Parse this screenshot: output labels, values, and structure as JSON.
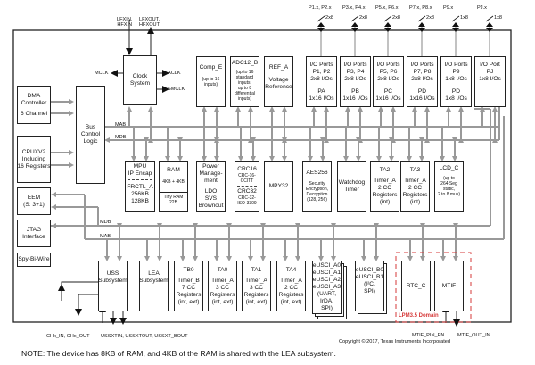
{
  "clock_inputs": {
    "in": "LFXIN,\nHFXIN",
    "out": "LFXOUT,\nHFXOUT"
  },
  "clock": {
    "title": "Clock\nSystem",
    "mclk": "MCLK",
    "aclk": "ACLK",
    "smclk": "SMCLK"
  },
  "dma": {
    "title": "DMA\nController",
    "sub": "6 Channel"
  },
  "bus_control": {
    "title": "Bus\nControl\nLogic"
  },
  "cpu": {
    "title": "CPUXV2\nIncluding\n16 Registers"
  },
  "eem": {
    "title": "EEM\n(S: 3+1)"
  },
  "jtag": {
    "title": "JTAG\nInterface"
  },
  "spybiwire": {
    "title": "Spy-Bi-Wire"
  },
  "bus_labels": {
    "mab": "MAB",
    "mdb": "MDB"
  },
  "top_modules": [
    {
      "id": "comp-e",
      "title": "Comp_E",
      "sub": "(up to 16\ninputs)"
    },
    {
      "id": "adc12-b",
      "title": "ADC12_B",
      "sub": "(up to 16\nstandard\ninputs,\nup to 8\ndifferential\ninputs)"
    },
    {
      "id": "ref-a",
      "title": "REF_A",
      "sub": "Voltage\nReference"
    }
  ],
  "io_ports": [
    {
      "pins": "P1.x, P2.x",
      "width": "2x8",
      "title": "I/O Ports\nP1, P2\n2x8 I/Os",
      "sub": "PA\n1x16 I/Os"
    },
    {
      "pins": "P3.x, P4.x",
      "width": "2x8",
      "title": "I/O Ports\nP3, P4\n2x8 I/Os",
      "sub": "PB\n1x16 I/Os"
    },
    {
      "pins": "P5.x, P6.x",
      "width": "2x8",
      "title": "I/O Ports\nP5, P6\n2x8 I/Os",
      "sub": "PC\n1x16 I/Os"
    },
    {
      "pins": "P7.x, P8.x",
      "width": "2x8",
      "title": "I/O Ports\nP7, P8\n2x8 I/Os",
      "sub": "PD\n1x16 I/Os"
    },
    {
      "pins": "P9.x",
      "width": "1x8",
      "title": "I/O Ports\nP9\n1x8 I/Os",
      "sub": "PD\n1x8 I/Os"
    },
    {
      "pins": "PJ.x",
      "width": "1x8",
      "title": "I/O Port\nPJ\n1x8 I/Os",
      "sub": ""
    }
  ],
  "mid_modules": {
    "mpu": {
      "title": "MPU\nIP Encap",
      "sub": "FRCTL_A\n256KB\n128KB"
    },
    "ram": {
      "title": "RAM",
      "mid": "4KB + 4KB",
      "sub": "Tiny RAM\n22B"
    },
    "power": {
      "title": "Power\nManage-\nment",
      "sub": "LDO\nSVS\nBrownout"
    },
    "crc": {
      "t1": "CRC16",
      "s1": "CRC-16-\nCCITT",
      "t2": "CRC32",
      "s2": "CRC-32-\nISO-3309"
    },
    "mpy": {
      "title": "MPY32"
    },
    "aes": {
      "title": "AES256",
      "sub": "Security\nEncryption,\nDecryption\n(128, 256)"
    },
    "wdt": {
      "title": "Watchdog\nTimer"
    },
    "ta2": {
      "title": "TA2",
      "sub": "Timer_A\n2 CC\nRegisters\n(int)"
    },
    "ta3": {
      "title": "TA3",
      "sub": "Timer_A\n2 CC\nRegisters\n(int)"
    },
    "lcd": {
      "title": "LCD_C",
      "sub": "(up to\n264 Seg\nstatic,\n2 to 8 mux)"
    }
  },
  "bottom_modules": {
    "uss": {
      "title": "USS\nSubsystem"
    },
    "lea": {
      "title": "LEA\nSubsystem"
    },
    "tb0": {
      "title": "TB0",
      "sub": "Timer_B\n7 CC\nRegisters\n(int, ext)"
    },
    "ta0": {
      "title": "TA0",
      "sub": "Timer_A\n3 CC\nRegisters\n(int, ext)"
    },
    "ta1": {
      "title": "TA1",
      "sub": "Timer_A\n3 CC\nRegisters\n(int, ext)"
    },
    "ta4": {
      "title": "TA4",
      "sub": "Timer_A\n2 CC\nRegisters\n(int, ext)"
    },
    "eusci_a": {
      "title": "eUSCI_A0\neUSCI_A1\neUSCI_A2\neUSCI_A3\n(UART,\nIrDA,\nSPI)"
    },
    "eusci_b": {
      "title": "eUSCI_B0\neUSCI_B1\n(I²C,\nSPI)"
    },
    "rtc": {
      "title": "RTC_C"
    },
    "mtif": {
      "title": "MTIF"
    },
    "lpm_domain": "LPM3.5 Domain"
  },
  "bottom_signals": {
    "chx": "CHx_IN, CHx_OUT",
    "ussxt": "USSXTIN, USSXTOUT, USSXT_BOUT",
    "mtif_pin_en": "MTIF_PIN_EN",
    "mtif_out_in": "MTIF_OUT_IN"
  },
  "copyright": "Copyright © 2017, Texas Instruments Incorporated",
  "note": "NOTE:  The device has 8KB of RAM, and 4KB of the RAM is shared with the LEA subsystem.",
  "colors": {
    "bus": "#9a9a9a",
    "border": "#222222",
    "domain": "#d63a3a"
  }
}
